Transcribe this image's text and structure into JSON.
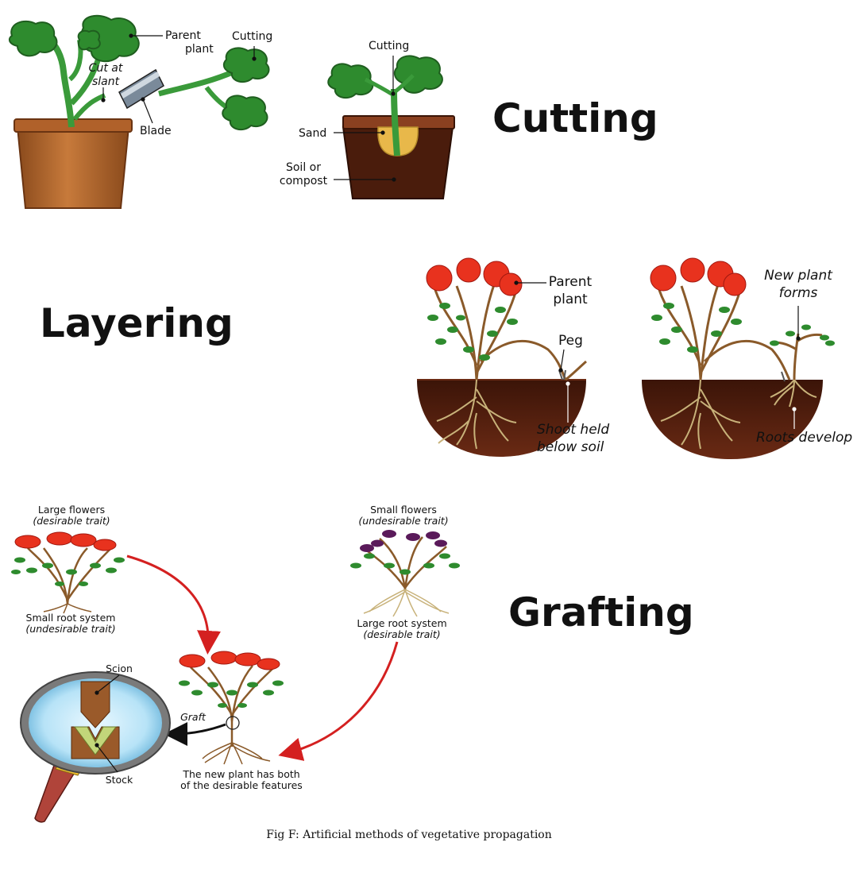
{
  "headings": {
    "cutting": "Cutting",
    "layering": "Layering",
    "grafting": "Grafting"
  },
  "cutting": {
    "parent_plant": [
      "Parent",
      "plant"
    ],
    "cutting_left": "Cutting",
    "cut_at_slant": [
      "Cut at",
      "slant"
    ],
    "blade": "Blade",
    "cutting_right": "Cutting",
    "sand": "Sand",
    "soil_or_compost": [
      "Soil or",
      "compost"
    ]
  },
  "layering": {
    "parent_plant": [
      "Parent",
      "plant"
    ],
    "peg": "Peg",
    "shoot_held": [
      "Shoot held",
      "below soil"
    ],
    "new_plant_forms": [
      "New plant",
      "forms"
    ],
    "roots_develop": "Roots develop"
  },
  "grafting": {
    "large_flowers": [
      "Large flowers",
      "(desirable trait)"
    ],
    "small_root_system": [
      "Small root system",
      "(undesirable trait)"
    ],
    "small_flowers": [
      "Small flowers",
      "(undesirable trait)"
    ],
    "large_root_system": [
      "Large root system",
      "(desirable trait)"
    ],
    "scion": "Scion",
    "graft": "Graft",
    "stock": "Stock",
    "new_plant": [
      "The new plant has both",
      "of the desirable features"
    ]
  },
  "caption": "Fig F: Artificial methods of vegetative propagation",
  "colors": {
    "leaf": "#2e8b2e",
    "leaf_dark": "#1f5e1f",
    "stem": "#3a9a3a",
    "pot": "#b5652a",
    "pot_dark": "#7a3e17",
    "soil": "#4a1c0c",
    "flower_red": "#e8321e",
    "flower_purple": "#5a1a5a",
    "root": "#c8b27a",
    "arrow_red": "#d42020",
    "lens_blue": "#a9dcf5"
  }
}
